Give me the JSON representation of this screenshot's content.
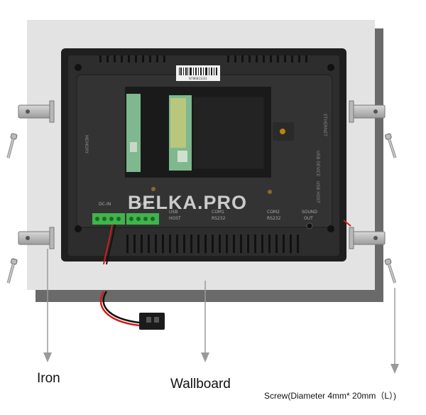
{
  "labels": {
    "iron": "Iron",
    "wallboard": "Wallboard",
    "screw": "Screw(Diameter 4mm* 20mm（L）)"
  },
  "watermark": "BELKA.PRO",
  "ports": {
    "dc_in": "DC-IN",
    "rs485": "RS485",
    "usb_host_label": "USB",
    "usb_host_sub": "HOST",
    "com1_label": "COM1",
    "com1_sub": "RS232",
    "com2_label": "COM2",
    "com2_sub": "RS232",
    "sound_label": "SOUND",
    "sound_sub": "OUT",
    "ethernet": "ETHERNET",
    "usb_device": "USB DEVICE",
    "usb_host_side": "USB HOST",
    "left_side": "MEMORY"
  },
  "barcode_text": "N786813331",
  "colors": {
    "wallboard": "#e3e3e3",
    "panel": "#2d2d2d",
    "pcb": "#7fb88e",
    "terminal": "#3fb44a",
    "arrow": "#9a9a9a",
    "wire_red": "#d01c1c"
  }
}
